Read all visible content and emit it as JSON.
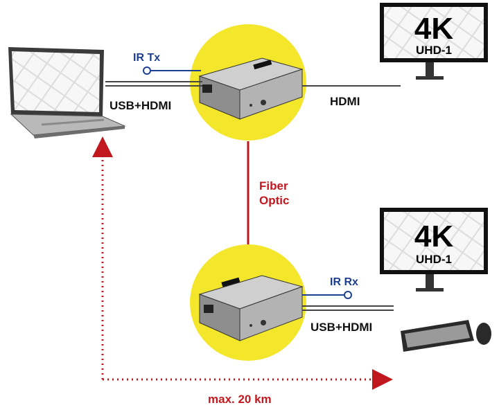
{
  "labels": {
    "ir_tx": "IR Tx",
    "usb_hdmi_top": "USB+HDMI",
    "hdmi": "HDMI",
    "fiber_line1": "Fiber",
    "fiber_line2": "Optic",
    "ir_rx": "IR Rx",
    "usb_hdmi_bottom": "USB+HDMI",
    "distance": "max. 20 km"
  },
  "monitor_top": {
    "big": "4K",
    "small": "UHD-1"
  },
  "monitor_bottom": {
    "big": "4K",
    "small": "UHD-1"
  },
  "colors": {
    "ir": "#1c3f94",
    "fiber": "#c0181e",
    "text": "#111111",
    "highlight": "#f3e62b",
    "cable": "#444444",
    "device": "#9a9a9a"
  },
  "icons": [
    "laptop-icon",
    "extender-transmitter-icon",
    "extender-receiver-icon",
    "monitor-icon",
    "keyboard-icon",
    "mouse-icon"
  ]
}
